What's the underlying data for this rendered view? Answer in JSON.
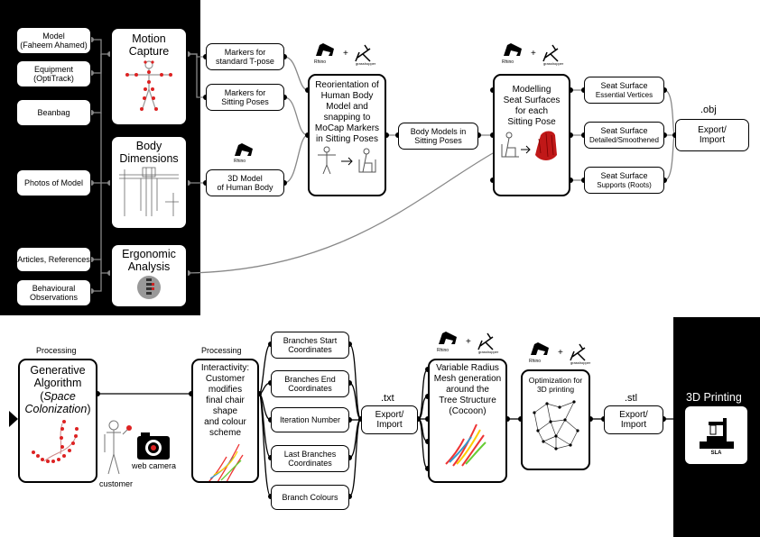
{
  "top": {
    "inputs": {
      "model": "Model\n(Faheem Ahamed)",
      "equipment": "Equipment\n(OptiTrack)",
      "beanbag": "Beanbag",
      "photos": "Photos of Model",
      "articles": "Articles, References",
      "behavioural": "Behavioural\nObservations"
    },
    "motion_capture": "Motion\nCapture",
    "body_dimensions": "Body\nDimensions",
    "ergonomic_analysis": "Ergonomic\nAnalysis",
    "markers_tpose": "Markers for\nstandard T-pose",
    "markers_sitting": "Markers for\nSitting Poses",
    "model_3d": "3D Model\nof Human Body",
    "reorientation": "Reorientation of\nHuman Body\nModel and\nsnapping to\nMoCap Markers\nin Sitting Poses",
    "body_models": "Body Models in\nSitting Poses",
    "modelling": "Modelling\nSeat Surfaces\nfor each\nSitting Pose",
    "seat_essential_title": "Seat Surface",
    "seat_essential_sub": "Essential Vertices",
    "seat_detailed_title": "Seat Surface",
    "seat_detailed_sub": "Detailed/Smoothened",
    "seat_supports_title": "Seat Surface",
    "seat_supports_sub": "Supports (Roots)",
    "ext_obj": ".obj",
    "export_import": "Export/\nImport"
  },
  "bottom": {
    "processing_1": "Processing",
    "processing_2": "Processing",
    "generative_1": "Generative",
    "generative_2": "Algorithm",
    "generative_3_pre": "(",
    "generative_3_it": "Space",
    "generative_4_it": "Colonization",
    "generative_4_post": ")",
    "customer": "customer",
    "web_camera": "web camera",
    "interactivity": "Interactivity:\nCustomer\nmodifies\nfinal chair shape\nand colour\nscheme",
    "params": [
      "Branches Start\nCoordinates",
      "Branches End\nCoordinates",
      "Iteration Number",
      "Last Branches\nCoordinates",
      "Branch Colours"
    ],
    "ext_txt": ".txt",
    "export_import_txt": "Export/\nImport",
    "mesh": "Variable Radius\nMesh generation\naround the\nTree Structure\n(Cocoon)",
    "optimization": "Optimization for\n3D printing",
    "ext_stl": ".stl",
    "export_import_stl": "Export/\nImport",
    "printing": "3D Printing",
    "sla": "SLA"
  },
  "logos": {
    "rhino": "Rhino",
    "grasshopper": "grasshopper",
    "plus": "+"
  }
}
